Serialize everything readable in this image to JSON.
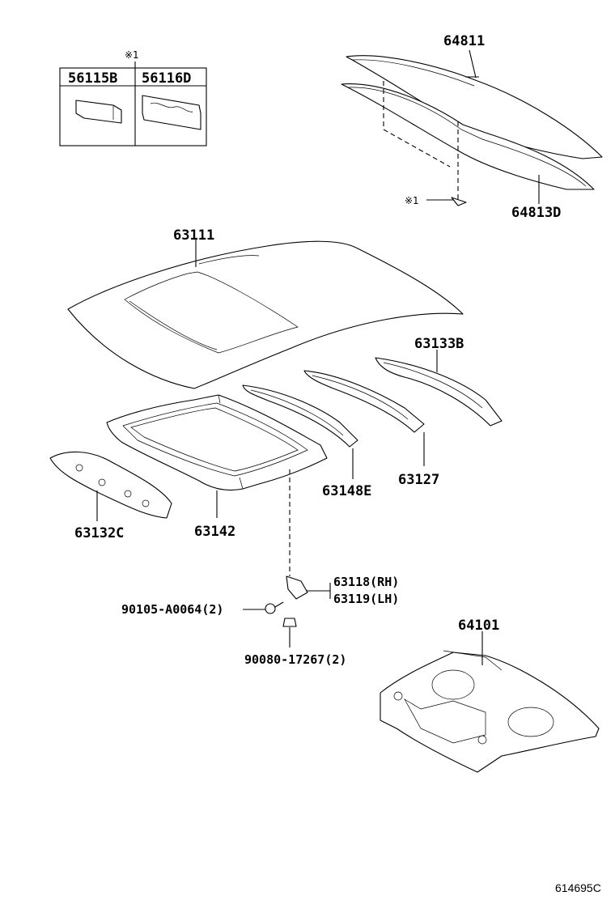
{
  "legend_box": {
    "note_marker": "※1",
    "col1_part": "56115B",
    "col2_part": "56116D"
  },
  "labels": {
    "rear_window_glass": "64811",
    "rear_window_note": "※1",
    "rear_window_molding": "64813D",
    "roof_panel": "63111",
    "roof_rail_rear": "63133B",
    "roof_bow_center": "63127",
    "roof_bow_front": "63148E",
    "sunroof_reinforcement": "63142",
    "windshield_header": "63132C",
    "bracket_rh": "63118(RH)",
    "bracket_lh": "63119(LH)",
    "bolt": "90105-A0064(2)",
    "nut": "90080-17267(2)",
    "package_tray_panel": "64101"
  },
  "diagram_code": "614695C"
}
